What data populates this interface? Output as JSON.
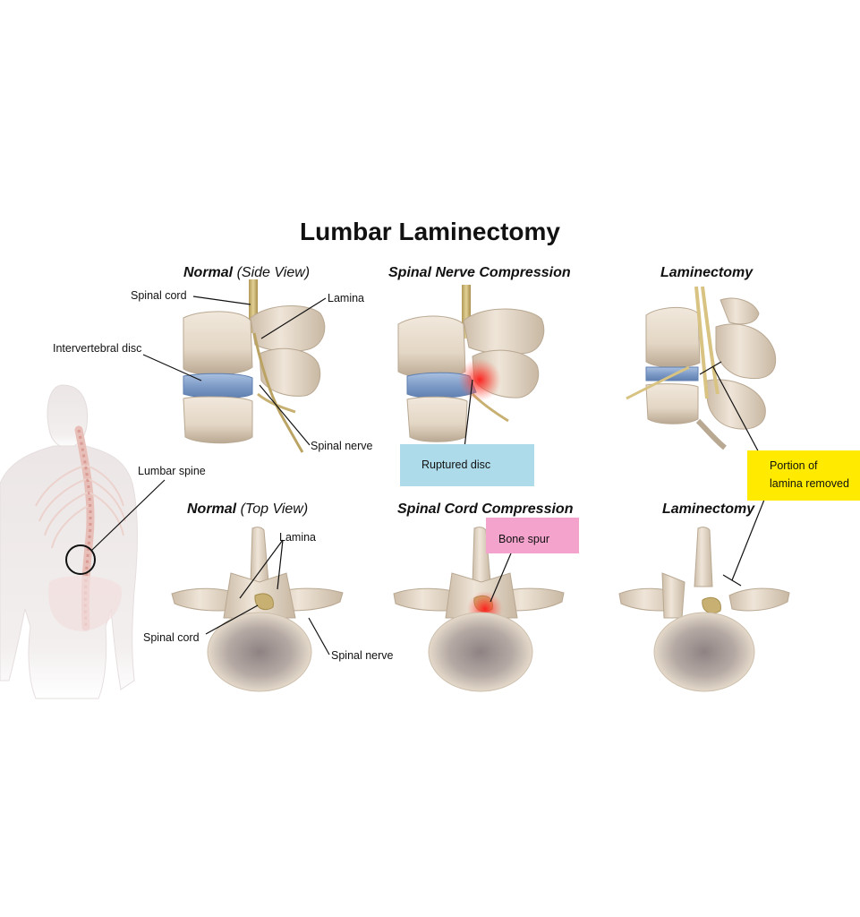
{
  "title": "Lumbar Laminectomy",
  "panels": {
    "normal_side": {
      "title": "Normal",
      "subtitle": "(Side View)"
    },
    "nerve_compression": {
      "title": "Spinal Nerve Compression"
    },
    "laminectomy_side": {
      "title": "Laminectomy"
    },
    "normal_top": {
      "title": "Normal",
      "subtitle": "(Top View)"
    },
    "cord_compression": {
      "title": "Spinal Cord Compression"
    },
    "laminectomy_top": {
      "title": "Laminectomy"
    }
  },
  "labels": {
    "spinal_cord_side": "Spinal cord",
    "lamina_side": "Lamina",
    "intervertebral_disc": "Intervertebral disc",
    "spinal_nerve_side": "Spinal nerve",
    "lumbar_spine": "Lumbar spine",
    "lamina_top": "Lamina",
    "spinal_cord_top": "Spinal cord",
    "spinal_nerve_top": "Spinal nerve"
  },
  "callouts": {
    "ruptured_disc": "Ruptured disc",
    "bone_spur": "Bone spur",
    "portion_removed_line1": "Portion of",
    "portion_removed_line2": "lamina removed"
  },
  "colors": {
    "bone": "#e8ddd0",
    "disc": "#7f9cc8",
    "nerve": "#c7b071",
    "inflammation": "#ff3b30",
    "callout_blue": "#aedbea",
    "callout_pink": "#f4a3cc",
    "callout_yellow": "#ffea00"
  }
}
